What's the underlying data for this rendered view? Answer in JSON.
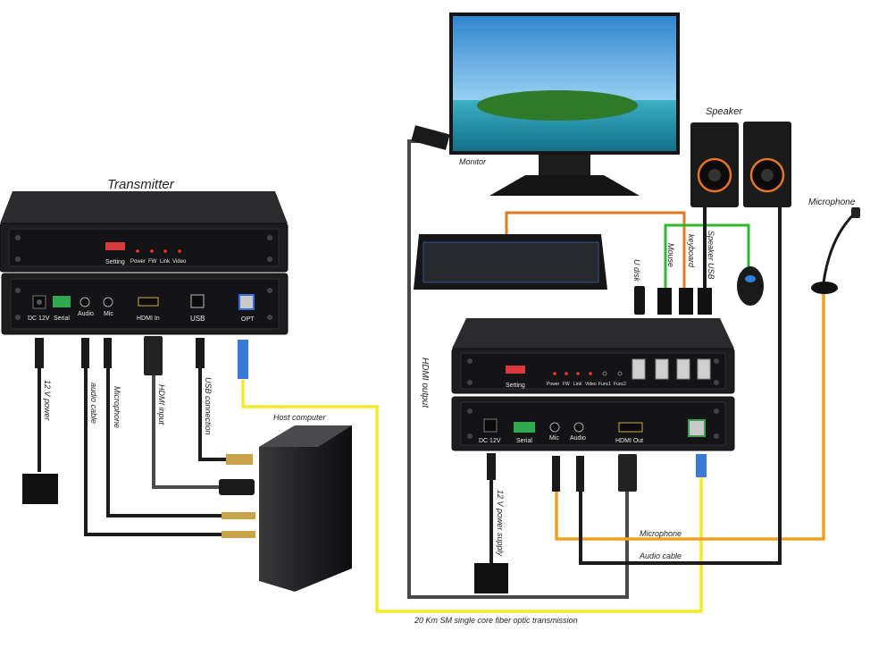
{
  "transmitter": {
    "title": "Transmitter",
    "front": {
      "setting": "Setting",
      "leds": [
        "Power",
        "FW",
        "Link",
        "Video"
      ]
    },
    "rear": {
      "ports": [
        "DC 12V",
        "Serial",
        "Audio",
        "Mic",
        "HDMI In",
        "USB",
        "OPT"
      ]
    }
  },
  "receiver": {
    "front": {
      "setting": "Setting",
      "leds": [
        "Power",
        "FW",
        "Link",
        "Video",
        "Func1",
        "Func2"
      ]
    },
    "rear": {
      "ports": [
        "DC 12V",
        "Serial",
        "Mic",
        "Audio",
        "HDMI Out"
      ]
    }
  },
  "labels": {
    "monitor": "Monitor",
    "speaker": "Speaker",
    "microphone_device": "Microphone",
    "u_disk": "U disk",
    "mouse": "Mouse",
    "keyboard": "keyboard",
    "speaker_usb": "Speaker USB",
    "host_computer": "Host computer",
    "hdmi_output": "HDMI output",
    "tx_power": "12 V power",
    "tx_audio_cable": "audio cable",
    "tx_microphone": "Microphone",
    "tx_hdmi_input": "HDMI input",
    "tx_usb_connection": "USB connection",
    "rx_power": "12 V power supply",
    "rx_microphone_cable": "Microphone",
    "rx_audio_cable": "Audio cable",
    "fiber": "20 Km SM single core fiber optic transmission"
  },
  "colors": {
    "fiber_cable": "#f3ea2a",
    "microphone_cable": "#f0a020",
    "speaker_usb_cable": "#2eb82e",
    "keyboard_cable": "#e07a20",
    "device_body": "#1d1d1f",
    "sky": "#4a9fd8",
    "sea": "#1e8fa8"
  }
}
